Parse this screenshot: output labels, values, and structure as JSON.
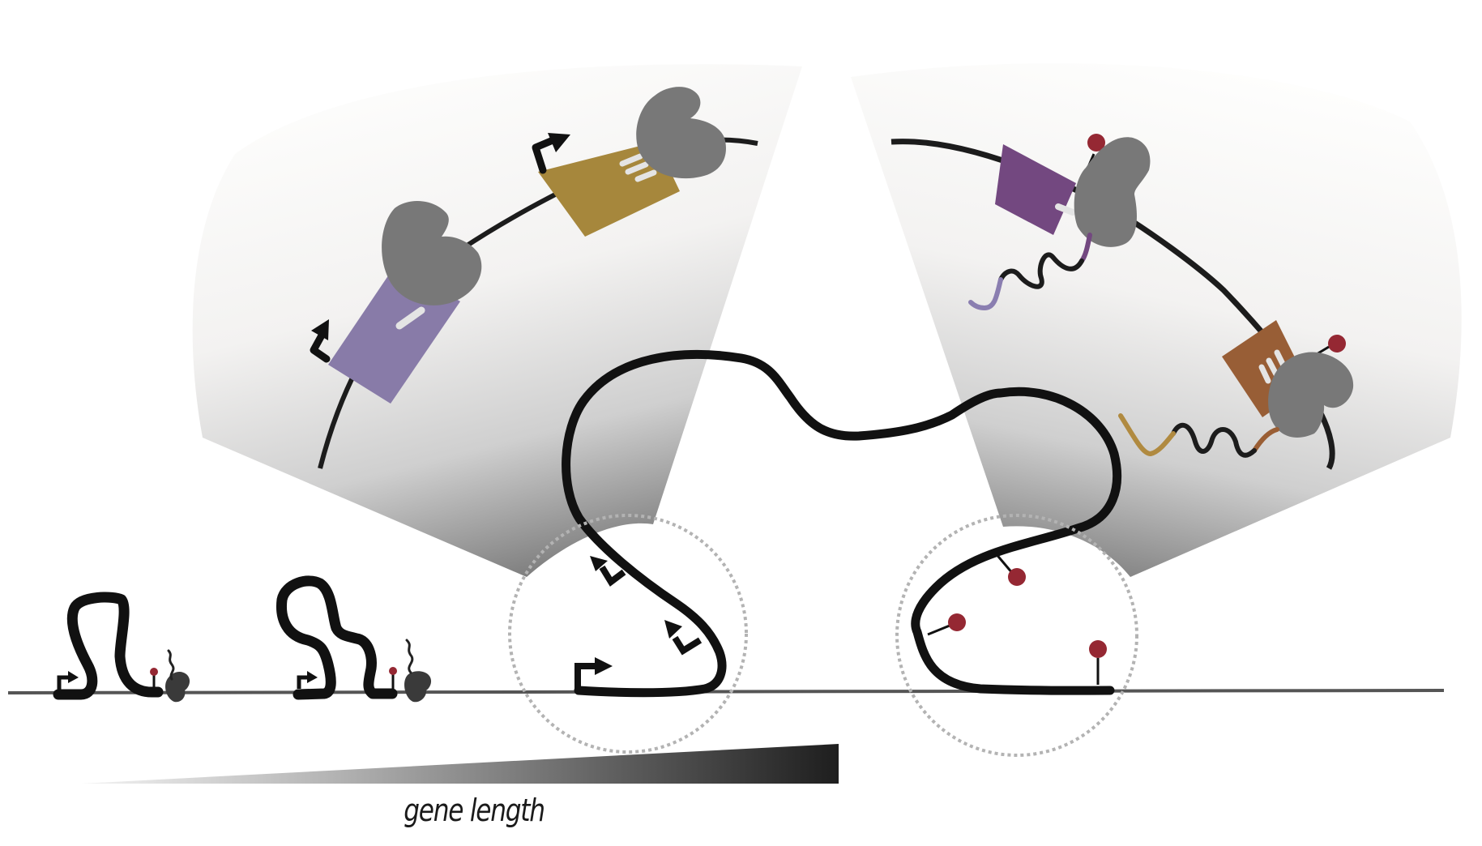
{
  "figure": {
    "caption": "gene length",
    "colors": {
      "dna": "#111111",
      "baseline": "#555555",
      "polymerase": "#787878",
      "polymerase_small": "#3a3a3a",
      "cap": "#952833",
      "lavender_gene": "#887ba8",
      "gold_gene": "#a6873c",
      "purple_gene": "#734880",
      "brown_gene": "#985e36",
      "rna_purple_tail": "#8a7eb0",
      "rna_gold_tail": "#b08a40",
      "rna_brown_tail": "#9a5e34",
      "highlight_bar": "#e4e4e4",
      "zoom_circle": "#b3b3b3",
      "wedge_dark": "#8a8a8a",
      "wedge_light": "#fdfdfc"
    },
    "panels": [
      {
        "name": "left-zoom",
        "description": "transcription initiation at multiple promoters"
      },
      {
        "name": "right-zoom",
        "description": "capped nascent RNAs with polymerases"
      }
    ],
    "gene_examples": [
      {
        "name": "short-gene"
      },
      {
        "name": "medium-gene"
      },
      {
        "name": "long-gene-promoters"
      },
      {
        "name": "long-gene-caps"
      }
    ]
  }
}
